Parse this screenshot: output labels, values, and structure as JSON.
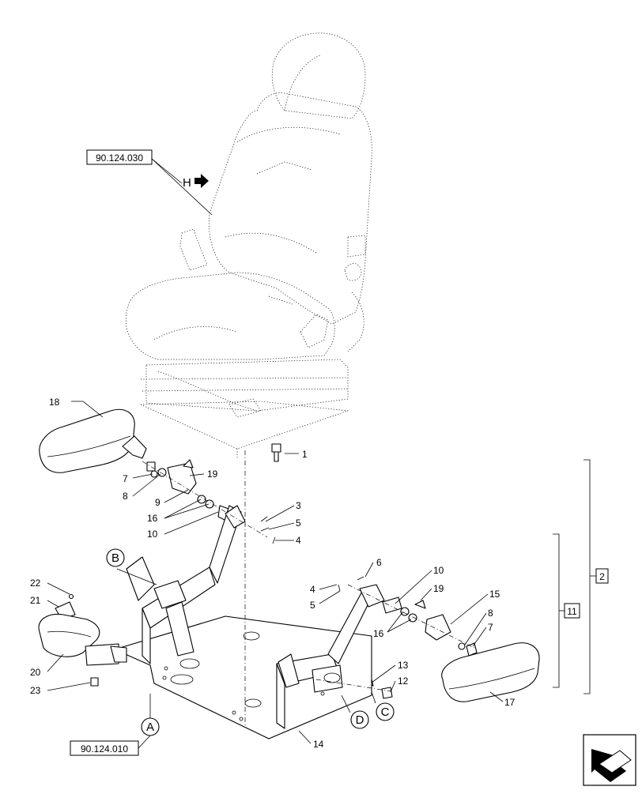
{
  "references": {
    "seat_ref": "90.124.030",
    "frame_ref": "90.124.010"
  },
  "view_marker": "H",
  "circle_labels": {
    "a": "A",
    "b": "B",
    "c": "C",
    "d": "D"
  },
  "group_labels": {
    "outer": "2",
    "inner": "11"
  },
  "callouts": {
    "p1": "1",
    "p3": "3",
    "p4a": "4",
    "p5a": "5",
    "p4b": "4",
    "p5b": "5",
    "p6": "6",
    "p7a": "7",
    "p7b": "7",
    "p8a": "8",
    "p8b": "8",
    "p9": "9",
    "p10a": "10",
    "p10b": "10",
    "p12": "12",
    "p13": "13",
    "p14": "14",
    "p15": "15",
    "p16a": "16",
    "p16b": "16",
    "p17": "17",
    "p18": "18",
    "p19a": "19",
    "p19b": "19",
    "p20": "20",
    "p21": "21",
    "p22": "22",
    "p23": "23"
  },
  "icons": {
    "corner": "navigation-arrow-icon"
  }
}
